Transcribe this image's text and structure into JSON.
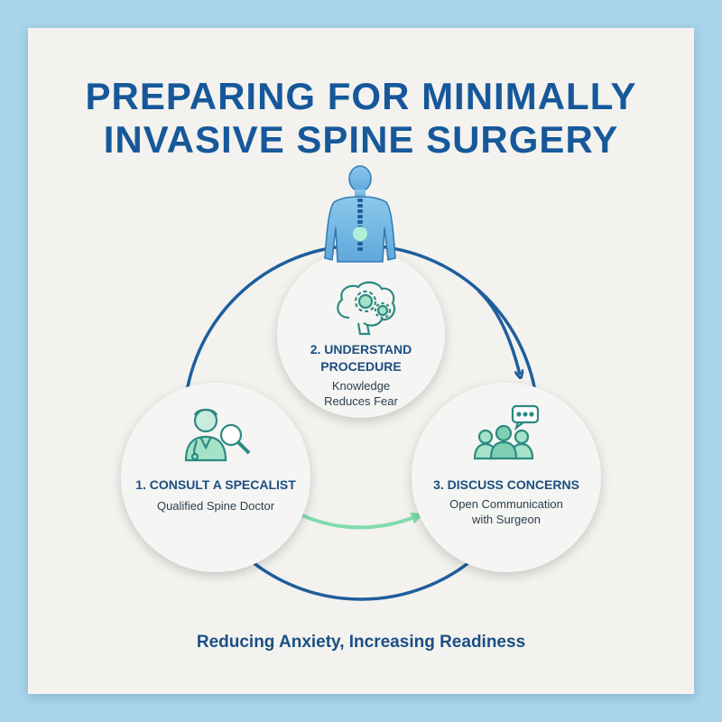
{
  "title": {
    "line1": "PREPARING FOR MINIMALLY",
    "line2": "INVASIVE SPINE SURGERY"
  },
  "steps": [
    {
      "title": "1. CONSULT A SPECALIST",
      "subtitle": "Qualified Spine Doctor",
      "icon": "doctor-magnifier-icon"
    },
    {
      "title_line1": "2. UNDERSTAND",
      "title_line2": "PROCEDURE",
      "subtitle_line1": "Knowledge",
      "subtitle_line2": "Reduces Fear",
      "icon": "brain-gears-icon"
    },
    {
      "title": "3. DISCUSS CONCERNS",
      "subtitle_line1": "Open Communication",
      "subtitle_line2": "with Surgeon",
      "icon": "group-chat-icon"
    }
  ],
  "top_icon": "spine-body-icon",
  "footer": "Reducing Anxiety, Increasing Readiness",
  "colors": {
    "background": "#a9d4ec",
    "card": "#f3f2ef",
    "primary": "#16589a",
    "ring": "#1f5e9c",
    "accent_green": "#7fdcae",
    "icon_teal": "#3b9e93"
  }
}
